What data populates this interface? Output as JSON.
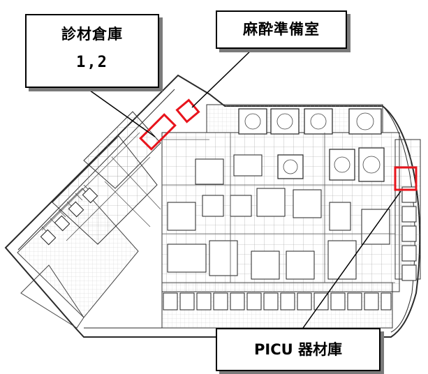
{
  "callouts": {
    "storage": {
      "line1": "診材倉庫",
      "line2": "1,2"
    },
    "anesthesia": {
      "label": "麻酔準備室"
    },
    "picu": {
      "label": "PICU 器材庫"
    }
  },
  "colors": {
    "highlight": "#e8141c",
    "plan_line": "#2a2a2a",
    "callout_border": "#000000",
    "shadow": "#7a7a7a"
  }
}
